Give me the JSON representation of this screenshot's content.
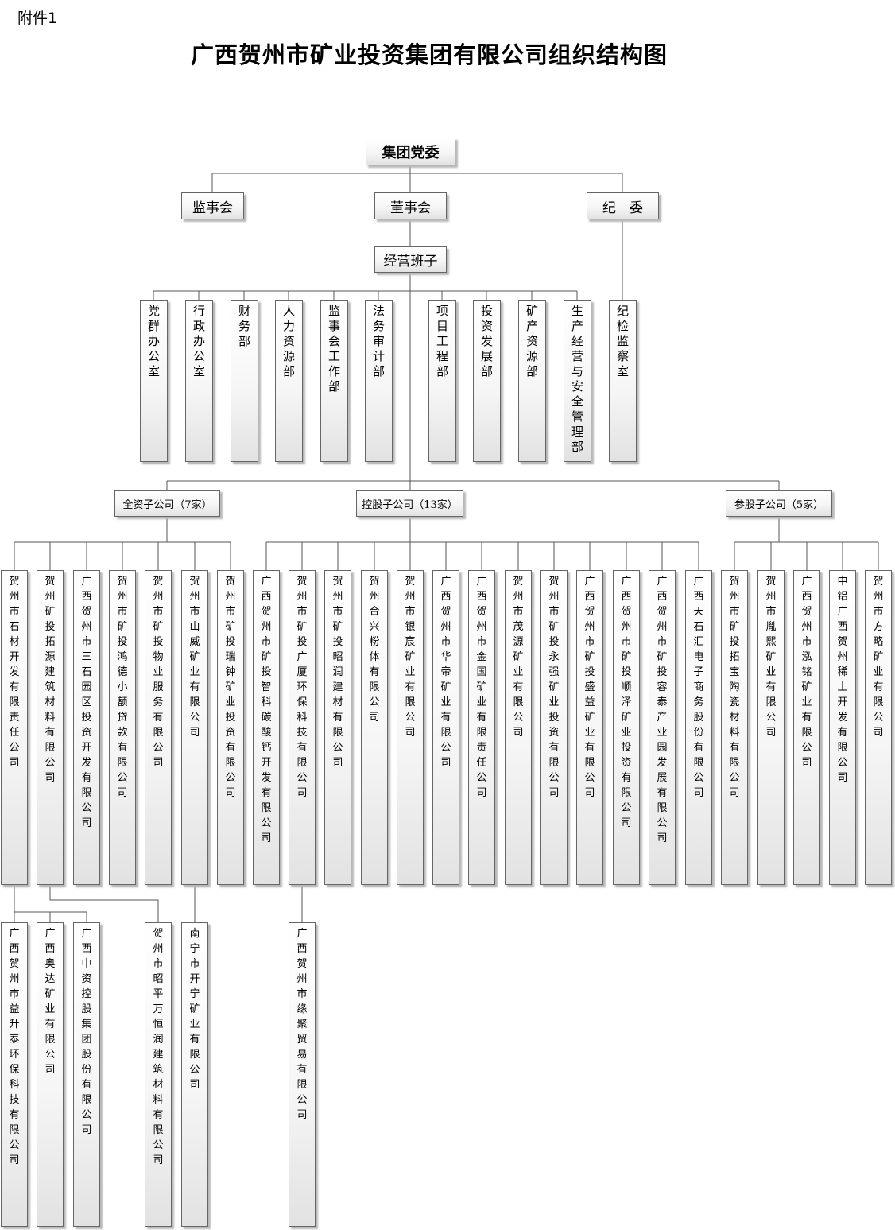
{
  "attachment_label": "附件1",
  "title": "广西贺州市矿业投资集团有限公司组织结构图",
  "top": {
    "party_committee": "集团党委",
    "supervisory_board": "监事会",
    "board_of_directors": "董事会",
    "discipline_committee": "纪　委",
    "management_team": "经营班子"
  },
  "departments": [
    "党群办公室",
    "行政办公室",
    "财务部",
    "人力资源部",
    "监事会工作部",
    "法务审计部",
    "项目工程部",
    "投资发展部",
    "矿产资源部",
    "生产经营与安全管理部"
  ],
  "discipline_office": "纪检监察室",
  "subsidiary_groups": {
    "wholly_owned": "全资子公司（7家）",
    "holding": "控股子公司（13家）",
    "participating": "参股子公司（5家）"
  },
  "wholly_owned": [
    "贺州市石材开发有限责任公司",
    "贺州矿投拓源建筑材料有限公司",
    "广西贺州市三石园区投资开发有限公司",
    "贺州市矿投鸿德小额贷款有限公司",
    "贺州市矿投物业服务有限公司",
    "贺州市山威矿业有限公司",
    "贺州市矿投瑞钟矿业投资有限公司"
  ],
  "holding": [
    "广西贺州市矿投智科碳酸钙开发有限公司",
    "贺州市矿投广厦环保科技有限公司",
    "贺州市矿投昭润建材有限公司",
    "贺州合兴粉体有限公司",
    "贺州市银宸矿业有限公司",
    "广西贺州市华帝矿业有限公司",
    "广西贺州市金国矿业有限责任公司",
    "贺州市茂源矿业有限公司",
    "贺州市矿投永强矿业投资有限公司",
    "广西贺州市矿投盛益矿业有限公司",
    "广西贺州市矿投顺泽矿业投资有限公司",
    "广西贺州市矿投容泰产业园发展有限公司",
    "广西天石汇电子商务股份有限公司"
  ],
  "participating": [
    "贺州市矿投拓宝陶瓷材料有限公司",
    "贺州市胤熙矿业有限公司",
    "广西贺州市泓铭矿业有限公司",
    "中铝广西贺州稀土开发有限公司",
    "贺州市方略矿业有限公司"
  ],
  "level4": [
    "广西贺州市益升泰环保科技有限公司",
    "广西奥达矿业有限公司",
    "广西中资控股集团股份有限公司",
    "贺州市昭平万恒润建筑材料有限公司",
    "南宁市开宁矿业有限公司",
    "广西贺州市缘聚贸易有限公司"
  ]
}
